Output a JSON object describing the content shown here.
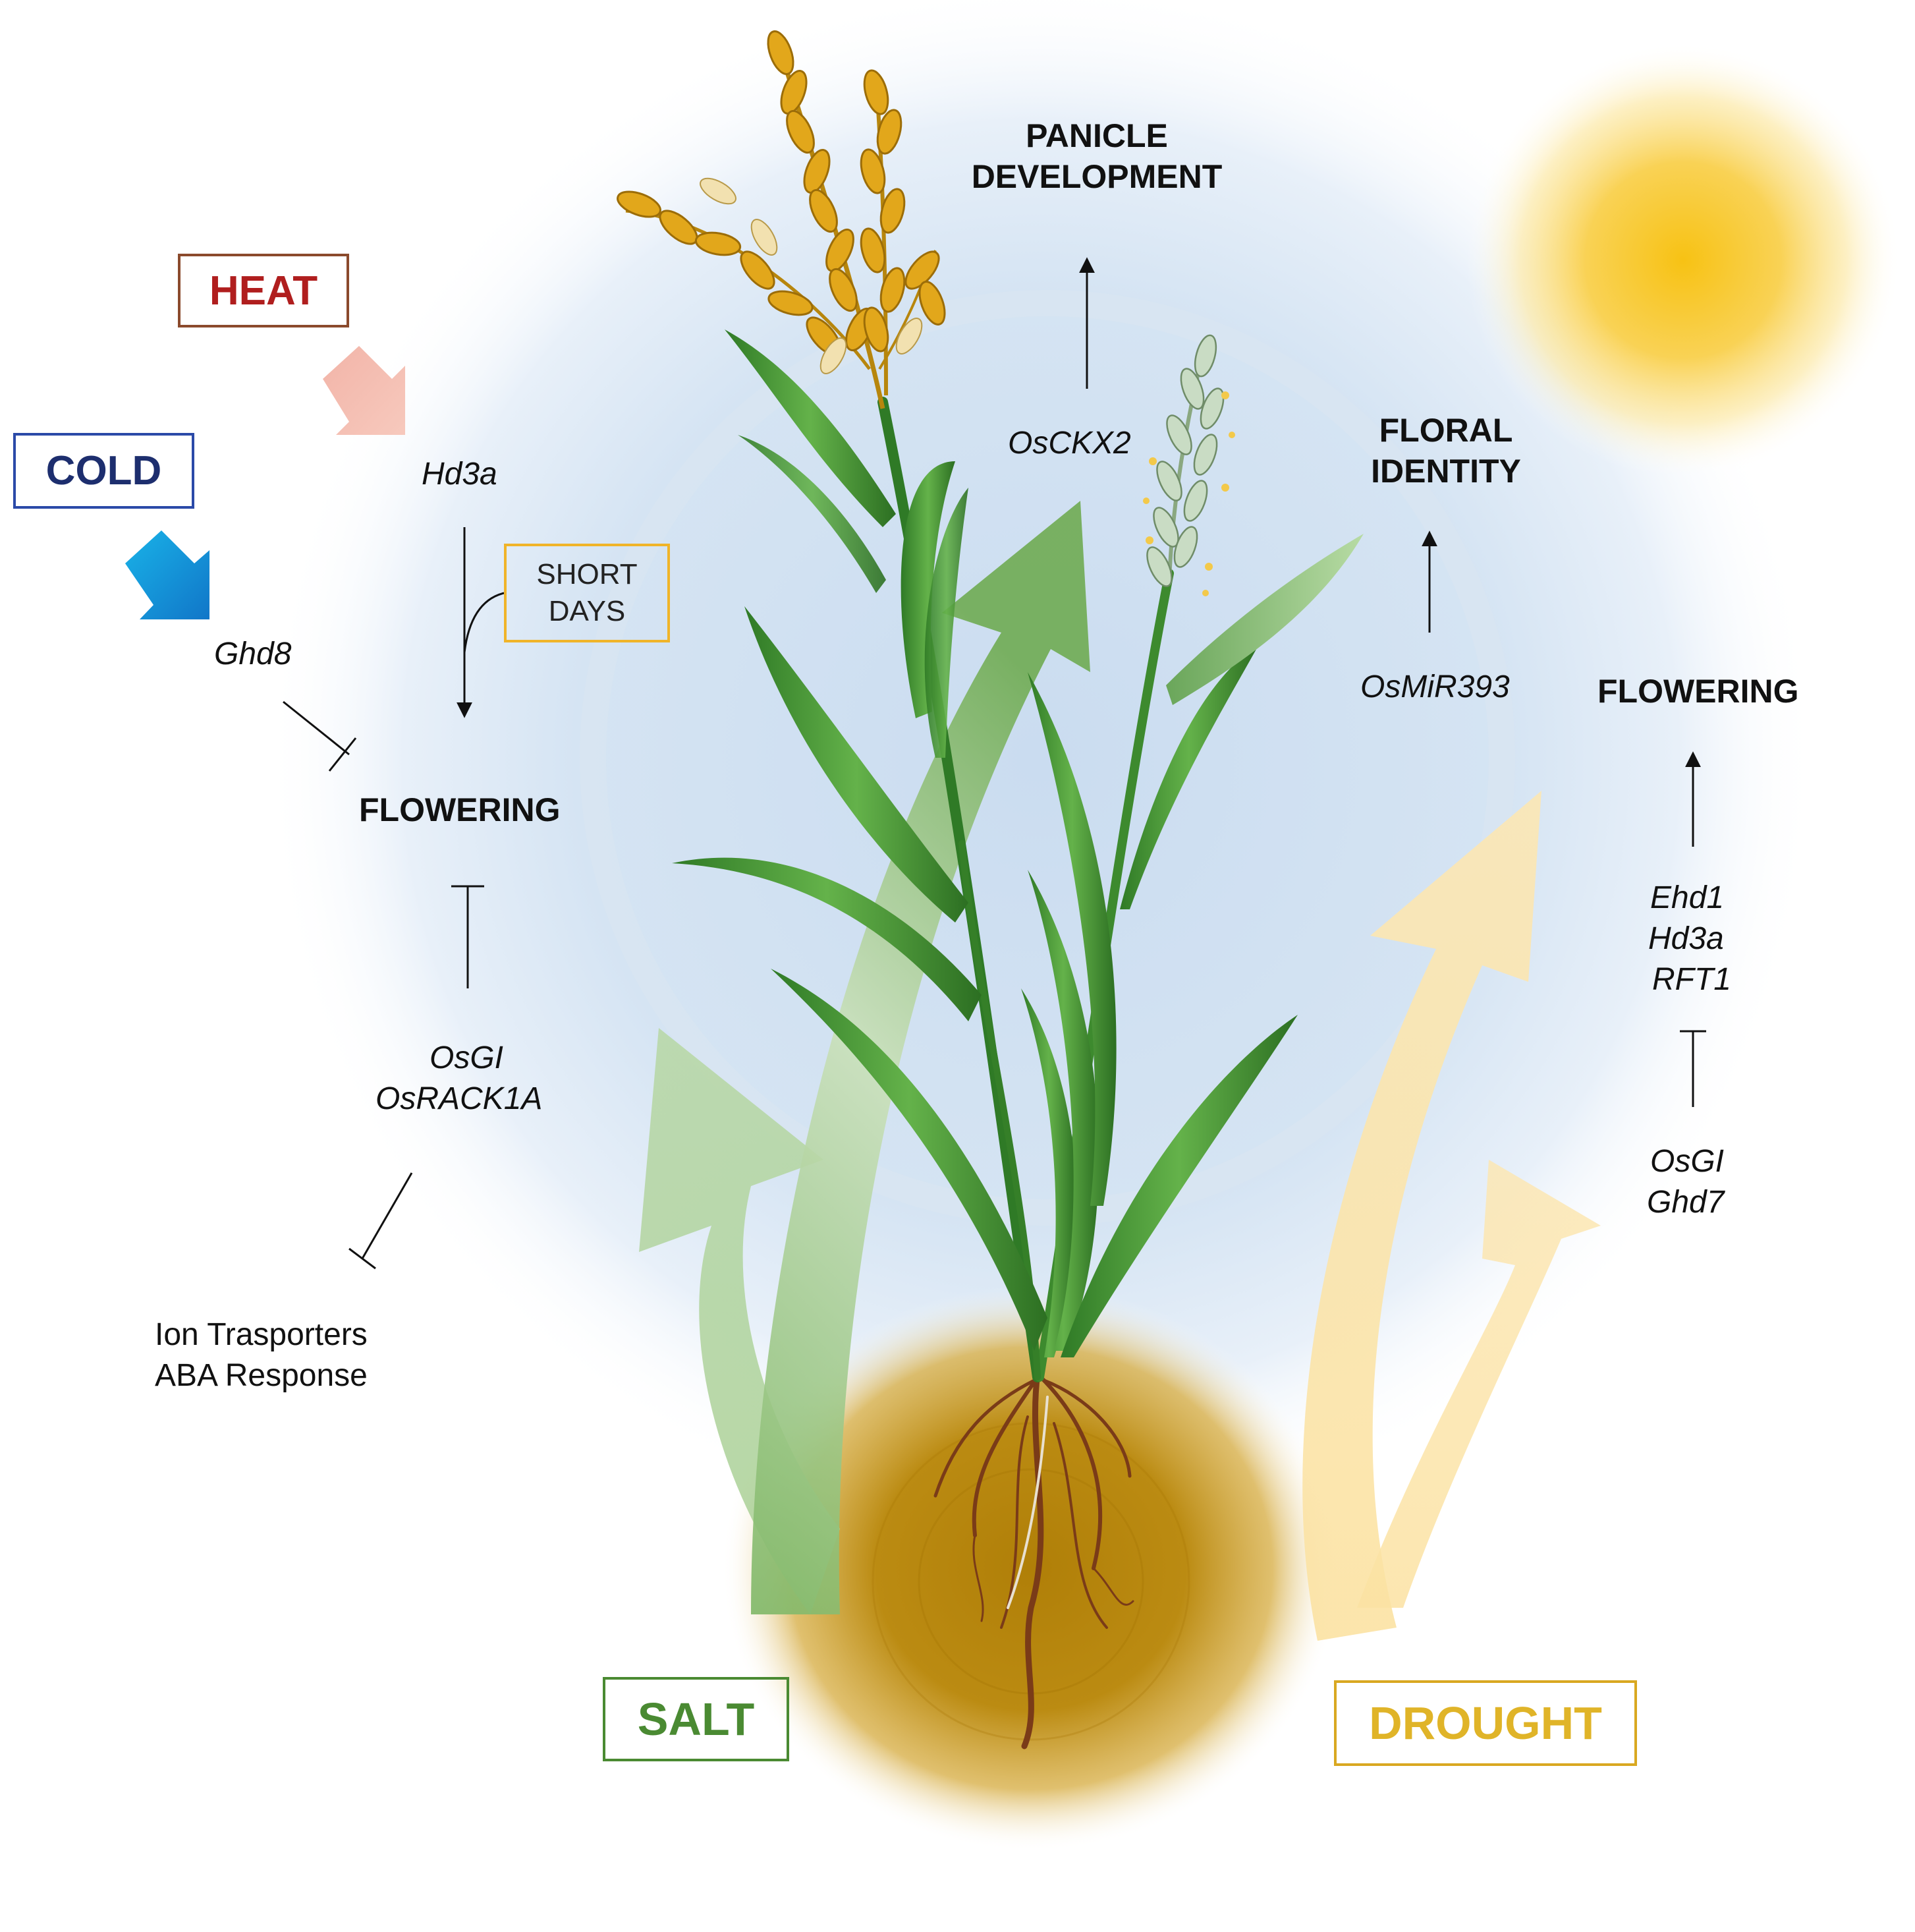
{
  "stressors": {
    "heat": {
      "label": "HEAT",
      "color": "#b01e1e"
    },
    "cold": {
      "label": "COLD",
      "color": "#1d2e6e"
    },
    "salt": {
      "label": "SALT",
      "color": "#4a8a32"
    },
    "drought": {
      "label": "DROUGHT",
      "color": "#e0b428"
    }
  },
  "photoperiod": {
    "label_line1": "SHORT",
    "label_line2": "DAYS",
    "color": "#f0b429"
  },
  "left_pathway": {
    "hd3a": "Hd3a",
    "ghd8": "Ghd8",
    "flowering": "FLOWERING",
    "osgi": "OsGI",
    "osrack1a": "OsRACK1A",
    "ion_transporters": "Ion Trasporters",
    "aba_response": "ABA Response"
  },
  "center_pathway": {
    "panicle_line1": "PANICLE",
    "panicle_line2": "DEVELOPMENT",
    "osckx2": "OsCKX2",
    "floral_line1": "FLORAL",
    "floral_line2": "IDENTITY",
    "osmir393": "OsMiR393"
  },
  "right_pathway": {
    "flowering": "FLOWERING",
    "ehd1": "Ehd1",
    "hd3a": "Hd3a",
    "rft1": "RFT1",
    "osgi": "OsGI",
    "ghd7": "Ghd7"
  },
  "colors": {
    "sky": "#cfe0f2",
    "sun": "#f6c21a",
    "soil": "#b8860b",
    "plant": "#3f8f2e",
    "grain": "#e0a81c"
  }
}
